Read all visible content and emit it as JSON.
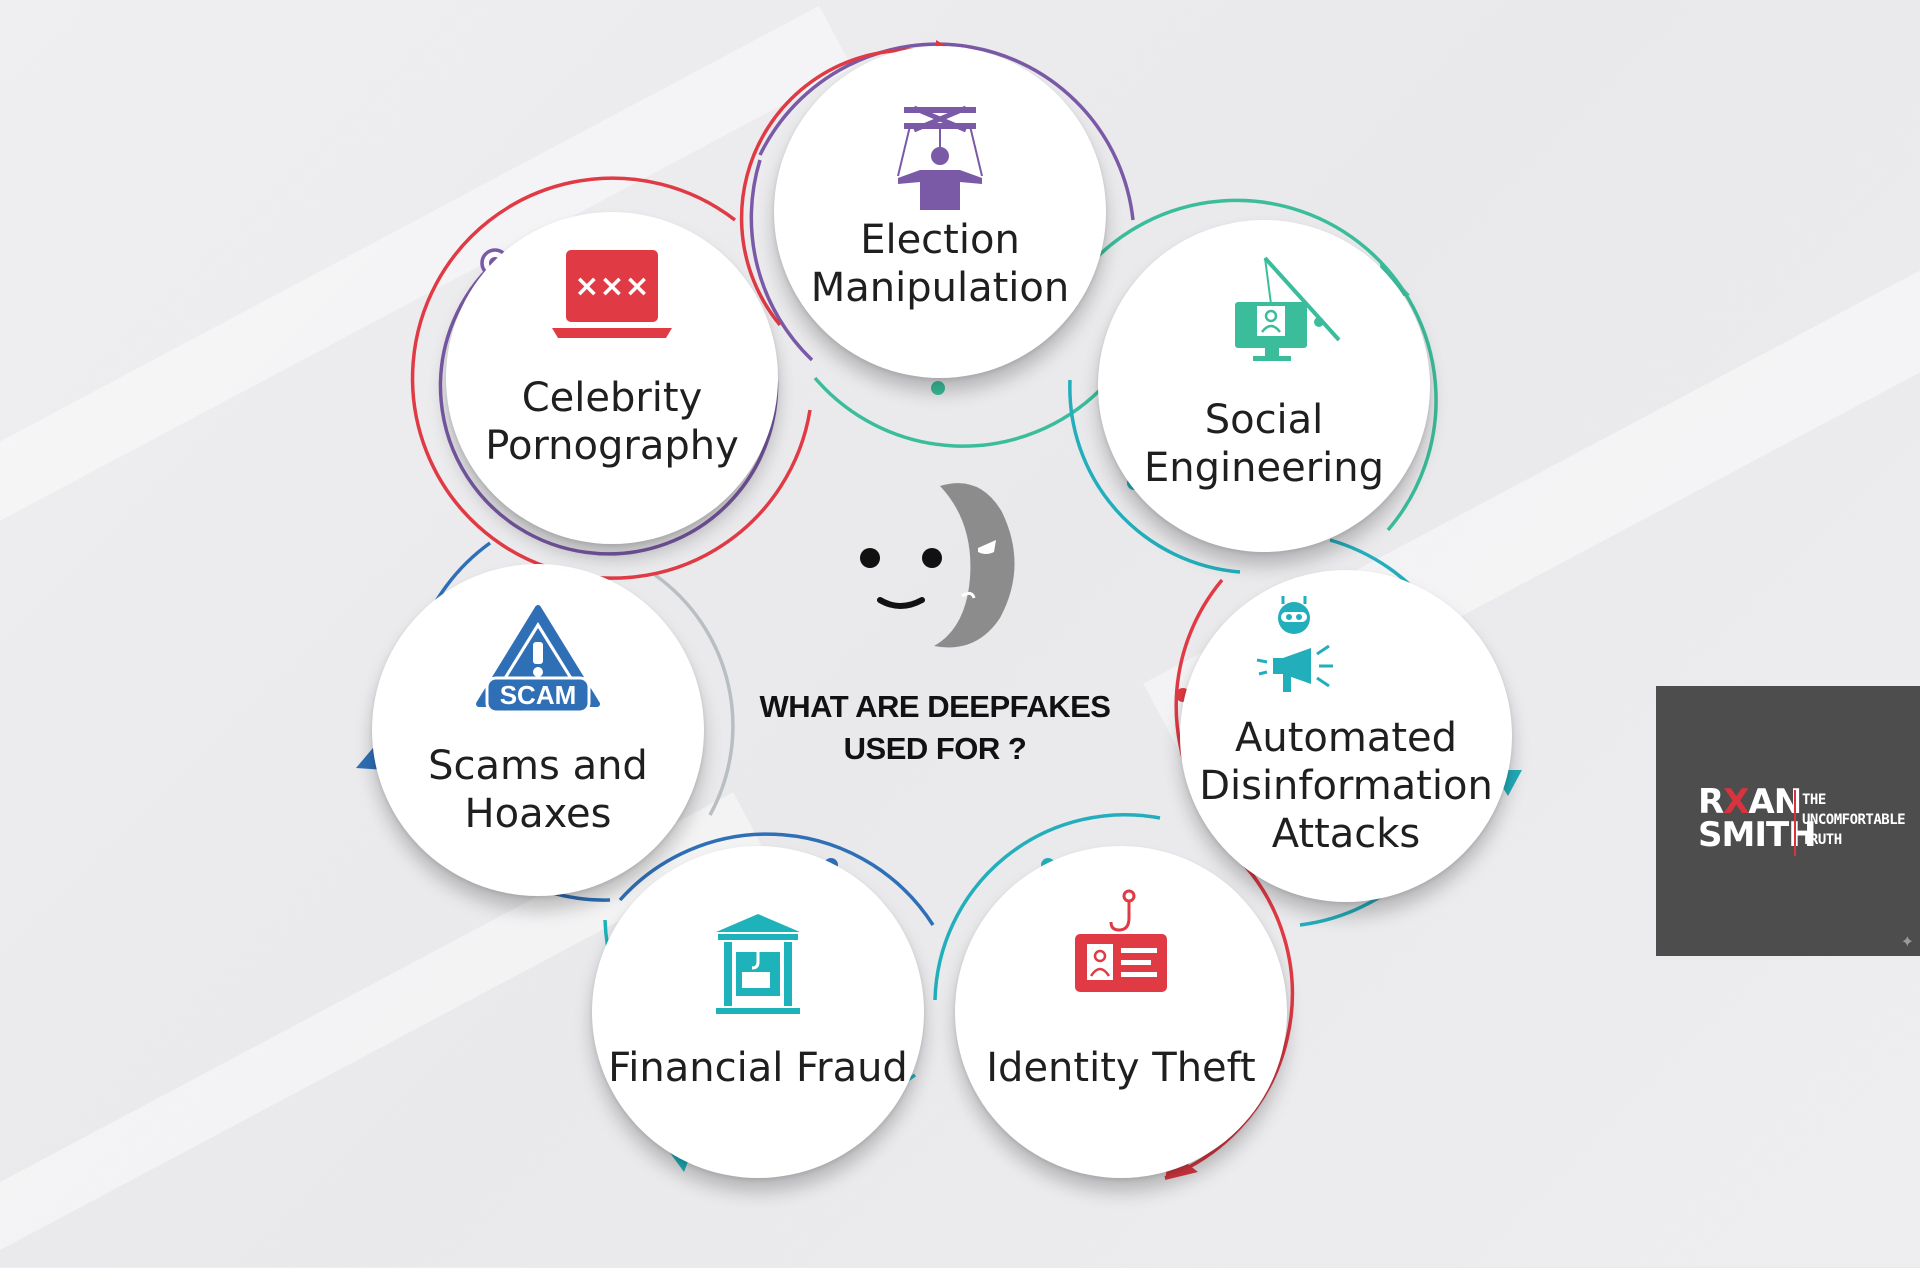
{
  "center": {
    "title": "WHAT ARE DEEPFAKES\nUSED FOR ?",
    "icon": "comedy-tragedy-mask-icon"
  },
  "items": [
    {
      "label": "Election\nManipulation",
      "icon": "puppet-strings-icon",
      "color": "#7a5aa6"
    },
    {
      "label": "Social\nEngineering",
      "icon": "phishing-computer-icon",
      "color": "#3bbd9b"
    },
    {
      "label": "Automated\nDisinformation\nAttacks",
      "icon": "robot-megaphone-icon",
      "color": "#23aebb"
    },
    {
      "label": "Identity Theft",
      "icon": "hooked-id-card-icon",
      "color": "#e03a44"
    },
    {
      "label": "Financial Fraud",
      "icon": "bank-atm-icon",
      "color": "#1eb3ba"
    },
    {
      "label": "Scams and\nHoaxes",
      "icon": "scam-warning-icon",
      "color": "#2f6fb6"
    },
    {
      "label": "Celebrity\nPornography",
      "icon": "xxx-laptop-icon",
      "color": "#e03a44"
    }
  ],
  "scam_badge": "SCAM",
  "xxx_text": "×××",
  "logo": {
    "name_part1": "R",
    "name_x": "X",
    "name_part2": "AN\nSMITH",
    "tagline": "THE\nUNCOMFORTABLE\nTRUTH",
    "background": "#4d4d4d",
    "accent": "#d9343e"
  }
}
